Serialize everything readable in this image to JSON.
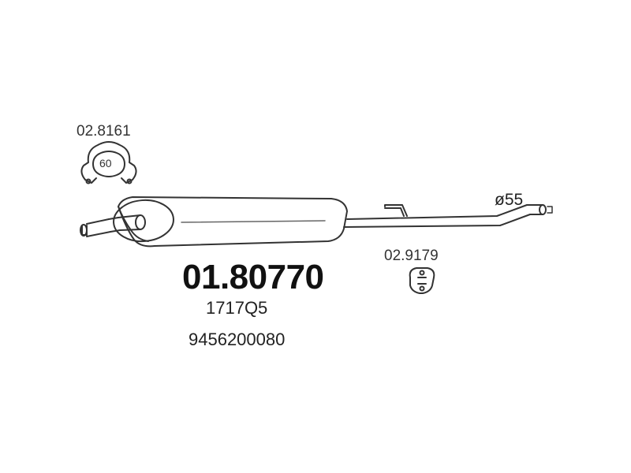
{
  "diagram": {
    "main_part_number": "01.80770",
    "oe_code": "1717Q5",
    "oe_number": "9456200080",
    "clamp_part_number": "02.8161",
    "clamp_size": "60",
    "mount_part_number": "02.9179",
    "pipe_diameter_label": "ø55"
  },
  "colors": {
    "line": "#333333",
    "text": "#111111",
    "background": "#ffffff"
  }
}
